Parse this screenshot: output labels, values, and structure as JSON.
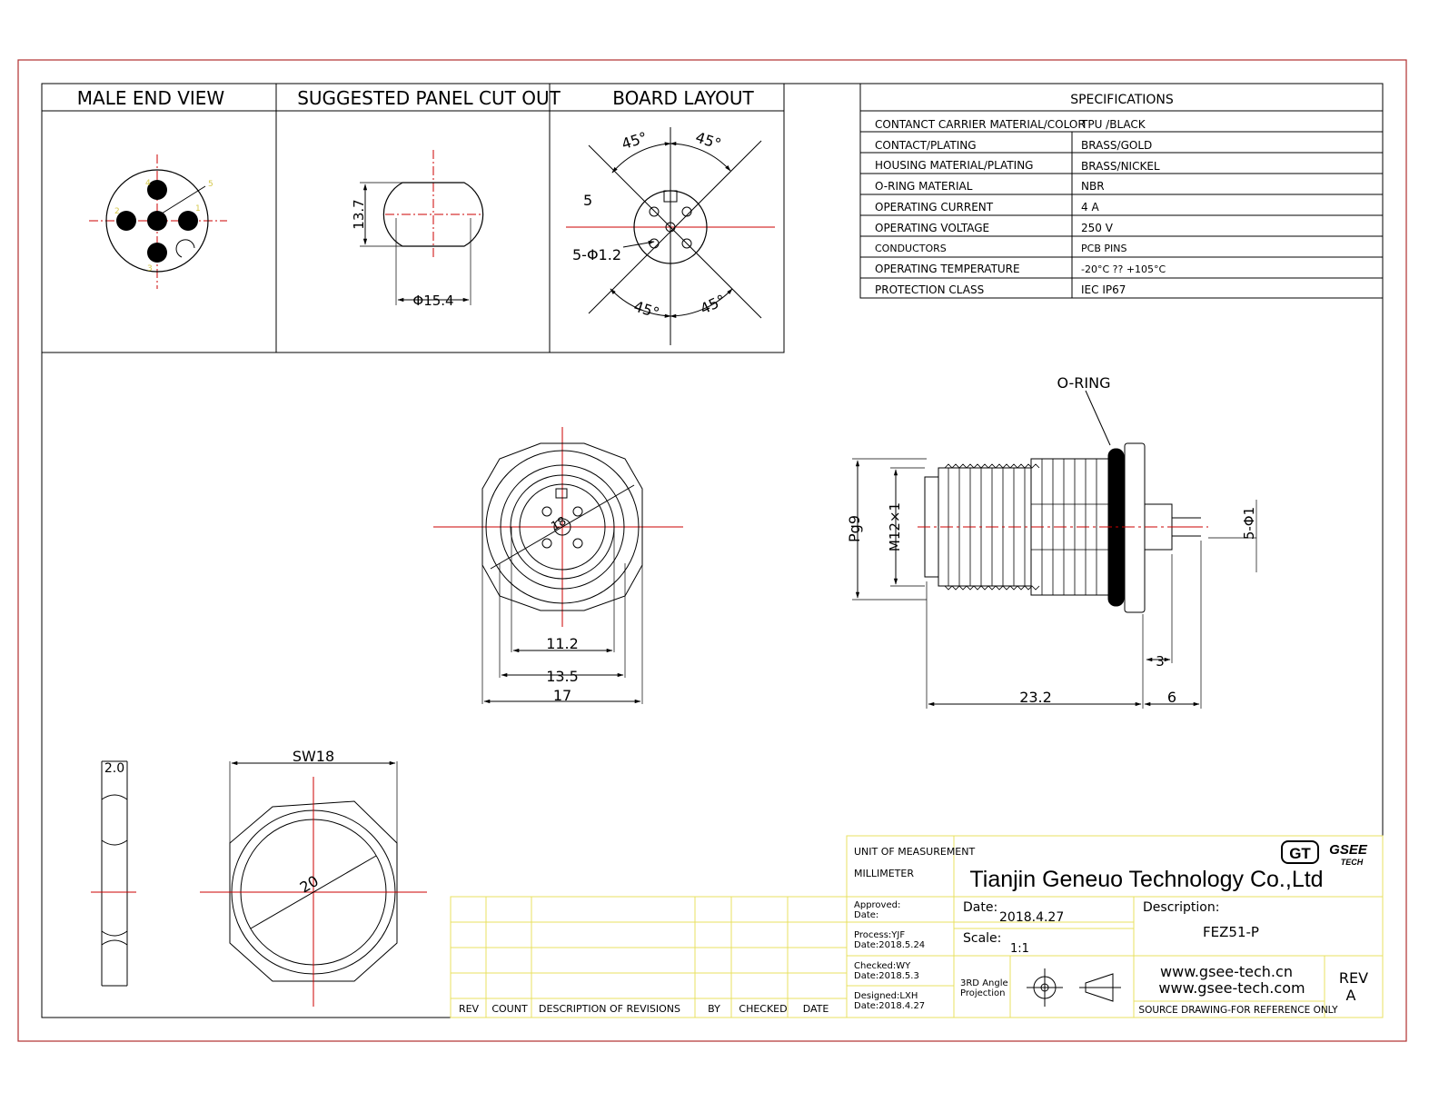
{
  "views": {
    "male_end_view": "MALE END VIEW",
    "panel_cutout": "SUGGESTED PANEL CUT OUT",
    "board_layout": "BOARD   LAYOUT"
  },
  "dims": {
    "cutout_h": "13.7",
    "cutout_d": "Φ15.4",
    "angle_45": "45°",
    "board_pin_label": "5",
    "board_hole": "5-Φ1.2",
    "front_11_2": "11.2",
    "front_13_5": "13.5",
    "front_17": "17",
    "front_inner": "18",
    "oring": "O-RING",
    "pg9": "Pg9",
    "m12": "M12×1",
    "pin_dia": "5-Φ1",
    "side_3": "3",
    "side_23_2": "23.2",
    "side_6": "6",
    "nut_thk": "2.0",
    "nut_sw": "SW18",
    "nut_d": "20",
    "pin_numbers": [
      "1",
      "2",
      "3",
      "4",
      "5"
    ]
  },
  "specs": {
    "title": "SPECIFICATIONS",
    "rows": [
      {
        "label": "CONTANCT CARRIER MATERIAL/COLOR",
        "value": "TPU /BLACK"
      },
      {
        "label": "CONTACT/PLATING",
        "value": "BRASS/GOLD"
      },
      {
        "label": "HOUSING MATERIAL/PLATING",
        "value": "BRASS/NICKEL"
      },
      {
        "label": "O-RING  MATERIAL",
        "value": "NBR"
      },
      {
        "label": "OPERATING CURRENT",
        "value": "4  A"
      },
      {
        "label": "OPERATING VOLTAGE",
        "value": "250  V"
      },
      {
        "label": "CONDUCTORS",
        "value": "PCB PINS"
      },
      {
        "label": "OPERATING TEMPERATURE",
        "value": "-20°C ?? +105°C"
      },
      {
        "label": "PROTECTION CLASS",
        "value": "IEC   IP67"
      }
    ]
  },
  "revisions": {
    "headers": [
      "REV",
      "COUNT",
      "DESCRIPTION  OF  REVISIONS",
      "BY",
      "CHECKED",
      "DATE"
    ]
  },
  "title_block": {
    "unit_label": "UNIT OF MEASUREMENT",
    "unit_value": "MILLIMETER",
    "company": "Tianjin Geneuo Technology Co.,Ltd",
    "logo_gt": "GT",
    "logo_brand": "GSEE",
    "logo_sub": "TECH",
    "approved_label": "Approved:",
    "approved_date": "Date:",
    "process": "Process:YJF",
    "process_date": "Date:2018.5.24",
    "checked": "Checked:WY",
    "checked_date": "Date:2018.5.3",
    "designed": "Designed:LXH",
    "designed_date": "Date:2018.4.27",
    "date_label": "Date:",
    "date_value": "2018.4.27",
    "scale_label": "Scale:",
    "scale_value": "1:1",
    "projection_1": "3RD Angle",
    "projection_2": "Projection",
    "description_label": "Description:",
    "description_value": "FEZ51-P",
    "web1": "www.gsee-tech.cn",
    "web2": "www.gsee-tech.com",
    "rev_label": "REV",
    "rev_value": "A",
    "note": "SOURCE DRAWING-FOR REFERENCE ONLY"
  },
  "colors": {
    "frame": "#b03030",
    "yellow": "#e8e060",
    "center": "#cc0000",
    "line": "#000000"
  }
}
